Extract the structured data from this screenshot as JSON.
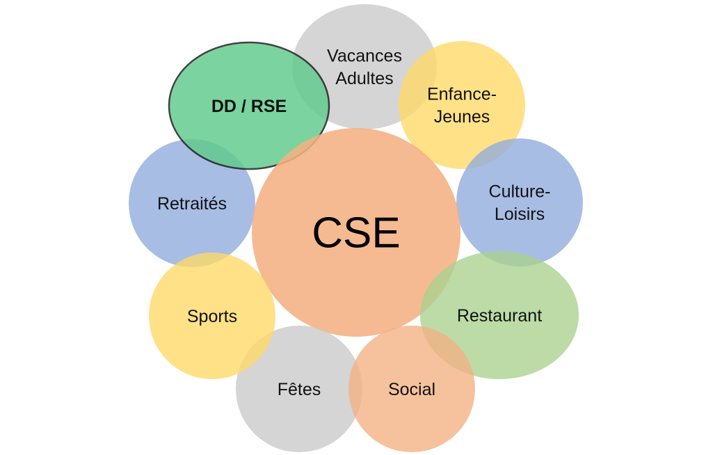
{
  "diagram": {
    "center": {
      "label": "CSE",
      "color": "#F4B183"
    },
    "bubbles": [
      {
        "id": "vacances-adultes",
        "lines": [
          "Vacances",
          "Adultes"
        ],
        "color": "#C9C9C9"
      },
      {
        "id": "enfance-jeunes",
        "lines": [
          "Enfance-",
          "Jeunes"
        ],
        "color": "#FFD966"
      },
      {
        "id": "culture-loisirs",
        "lines": [
          "Culture-",
          "Loisirs"
        ],
        "color": "#8FAADC"
      },
      {
        "id": "restaurant",
        "lines": [
          "Restaurant"
        ],
        "color": "#A9D18E"
      },
      {
        "id": "social",
        "lines": [
          "Social"
        ],
        "color": "#F4B183"
      },
      {
        "id": "fetes",
        "lines": [
          "Fêtes"
        ],
        "color": "#C9C9C9"
      },
      {
        "id": "sports",
        "lines": [
          "Sports"
        ],
        "color": "#FFD966"
      },
      {
        "id": "retraites",
        "lines": [
          "Retraités"
        ],
        "color": "#8FAADC"
      },
      {
        "id": "dd-rse",
        "lines": [
          "DD / RSE"
        ],
        "color": "#5FCB8B",
        "bold": true,
        "outlined": true
      }
    ]
  }
}
